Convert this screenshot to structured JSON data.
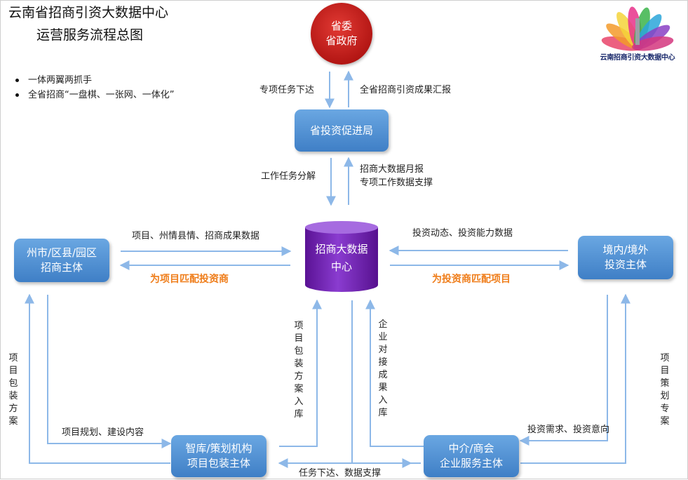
{
  "header": {
    "title_line1": "云南省招商引资大数据中心",
    "title_line2": "运营服务流程总图",
    "bullets": [
      "一体两翼两抓手",
      "全省招商“一盘棋、一张网、一体化”"
    ]
  },
  "logo": {
    "text": "云南招商引资大数据中心"
  },
  "nodes": {
    "gov": {
      "line1": "省委",
      "line2": "省政府"
    },
    "bureau": {
      "line1": "省投资促进局"
    },
    "center": {
      "line1": "招商大数据",
      "line2": "中心"
    },
    "cities": {
      "line1": "州市/区县/园区",
      "line2": "招商主体"
    },
    "investors": {
      "line1": "境内/境外",
      "line2": "投资主体"
    },
    "thinktank": {
      "line1": "智库/策划机构",
      "line2": "项目包装主体"
    },
    "agency": {
      "line1": "中介/商会",
      "line2": "企业服务主体"
    }
  },
  "labels": {
    "special_task": "专项任务下达",
    "summary": "全省招商引资成果汇报",
    "decompose": "工作任务分解",
    "monthly_1": "招商大数据月报",
    "monthly_2": "专项工作数据支撑",
    "city_data": "项目、州情县情、招商成果数据",
    "match_investor": "为项目匹配投资商",
    "invest_data": "投资动态、投资能力数据",
    "match_project": "为投资商匹配项目",
    "pkg_left": "项目包装方案",
    "plan_content": "项目规划、建设内容",
    "pkg_center": "项目包装方案入库",
    "dock_result": "企业对接成果入库",
    "task_support": "任务下达、数据支撑",
    "invest_need": "投资需求、投资意向",
    "plan_right": "项目策划专案"
  },
  "colors": {
    "node_blue": "#4a8ad0",
    "gov_red": "#c8201c",
    "center_purple": "#6a1aa8",
    "arrow_blue": "#8db8e8",
    "label_orange": "#ef7d1a"
  }
}
